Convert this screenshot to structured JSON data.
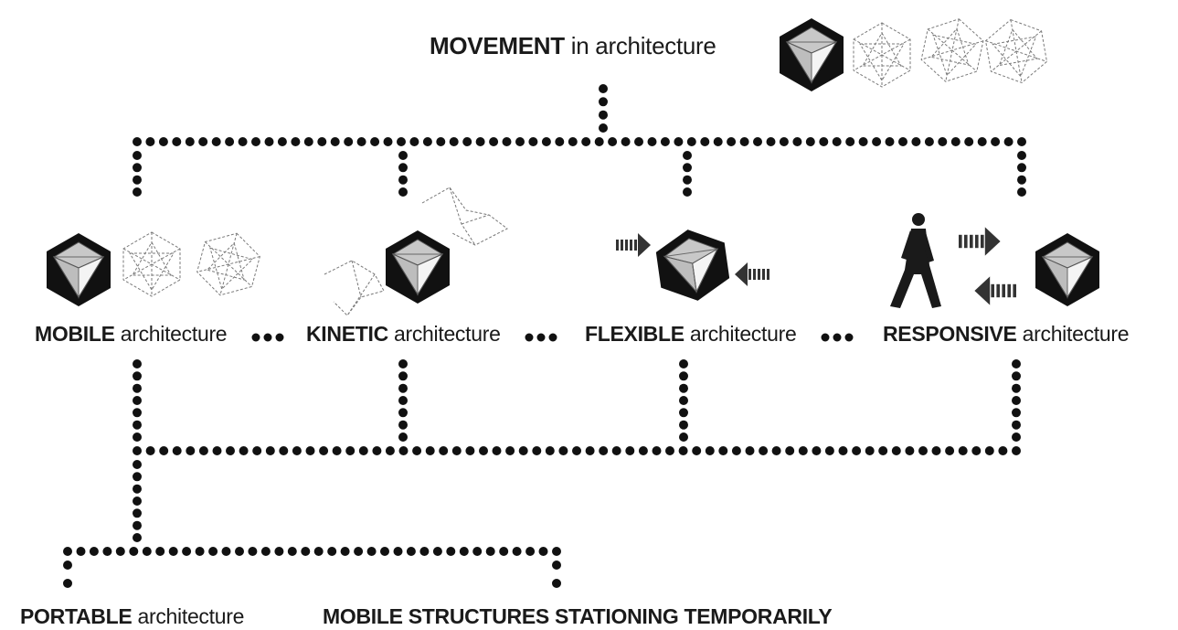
{
  "root": {
    "bold": "MOVEMENT",
    "rest": " in architecture"
  },
  "categories": [
    {
      "bold": "MOBILE",
      "rest": " architecture"
    },
    {
      "bold": "KINETIC",
      "rest": " architecture"
    },
    {
      "bold": "FLEXIBLE",
      "rest": " architecture"
    },
    {
      "bold": "RESPONSIVE",
      "rest": " architecture"
    }
  ],
  "subcategories": [
    {
      "bold": "PORTABLE",
      "rest": " architecture"
    },
    {
      "bold": "MOBILE STRUCTURES STATIONING TEMPORARILY",
      "rest": ""
    }
  ],
  "icons": [
    "solid-polyhedron-icon",
    "wireframe-polyhedron-icon",
    "walking-person-icon",
    "arrow-icon"
  ],
  "colors": {
    "ink": "#1a1a1a",
    "dots": "#111111",
    "facet-light": "#e6e6e6",
    "facet-mid": "#b5b5b5",
    "wire": "#777777"
  }
}
